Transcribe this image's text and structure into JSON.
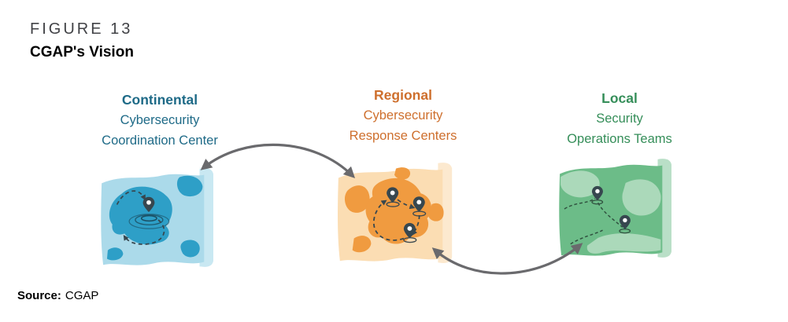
{
  "figure": {
    "label": "FIGURE 13",
    "title": "CGAP's Vision"
  },
  "columns": [
    {
      "id": "continental",
      "lines": [
        "Continental",
        "Cybersecurity",
        "Coordination Center"
      ],
      "color": "#1E6A87",
      "map_colors": {
        "background": "#ABDAEA",
        "land": "#2E9FC7",
        "edge_roll": "#C9E8F2",
        "pin": "#37474F",
        "ripple": "#1B4F63",
        "route_dash": "#37474F"
      }
    },
    {
      "id": "regional",
      "lines": [
        "Regional",
        "Cybersecurity",
        "Response Centers"
      ],
      "color": "#CE6F2D",
      "map_colors": {
        "background": "#FBDDB3",
        "land": "#F09B40",
        "edge_roll": "#FCE9CF",
        "pin": "#37474F",
        "route_dash": "#4A3B2A"
      }
    },
    {
      "id": "local",
      "lines": [
        "Local",
        "Security",
        "Operations Teams"
      ],
      "color": "#358E59",
      "map_colors": {
        "background": "#6CBC88",
        "land": "#ABD9BA",
        "edge_roll": "#B9DFC7",
        "pin": "#37474F",
        "route_dash": "#2F4F3E"
      }
    }
  ],
  "connectors": {
    "color": "#6A6A6D"
  },
  "source": {
    "label": "Source:",
    "value": "CGAP"
  }
}
